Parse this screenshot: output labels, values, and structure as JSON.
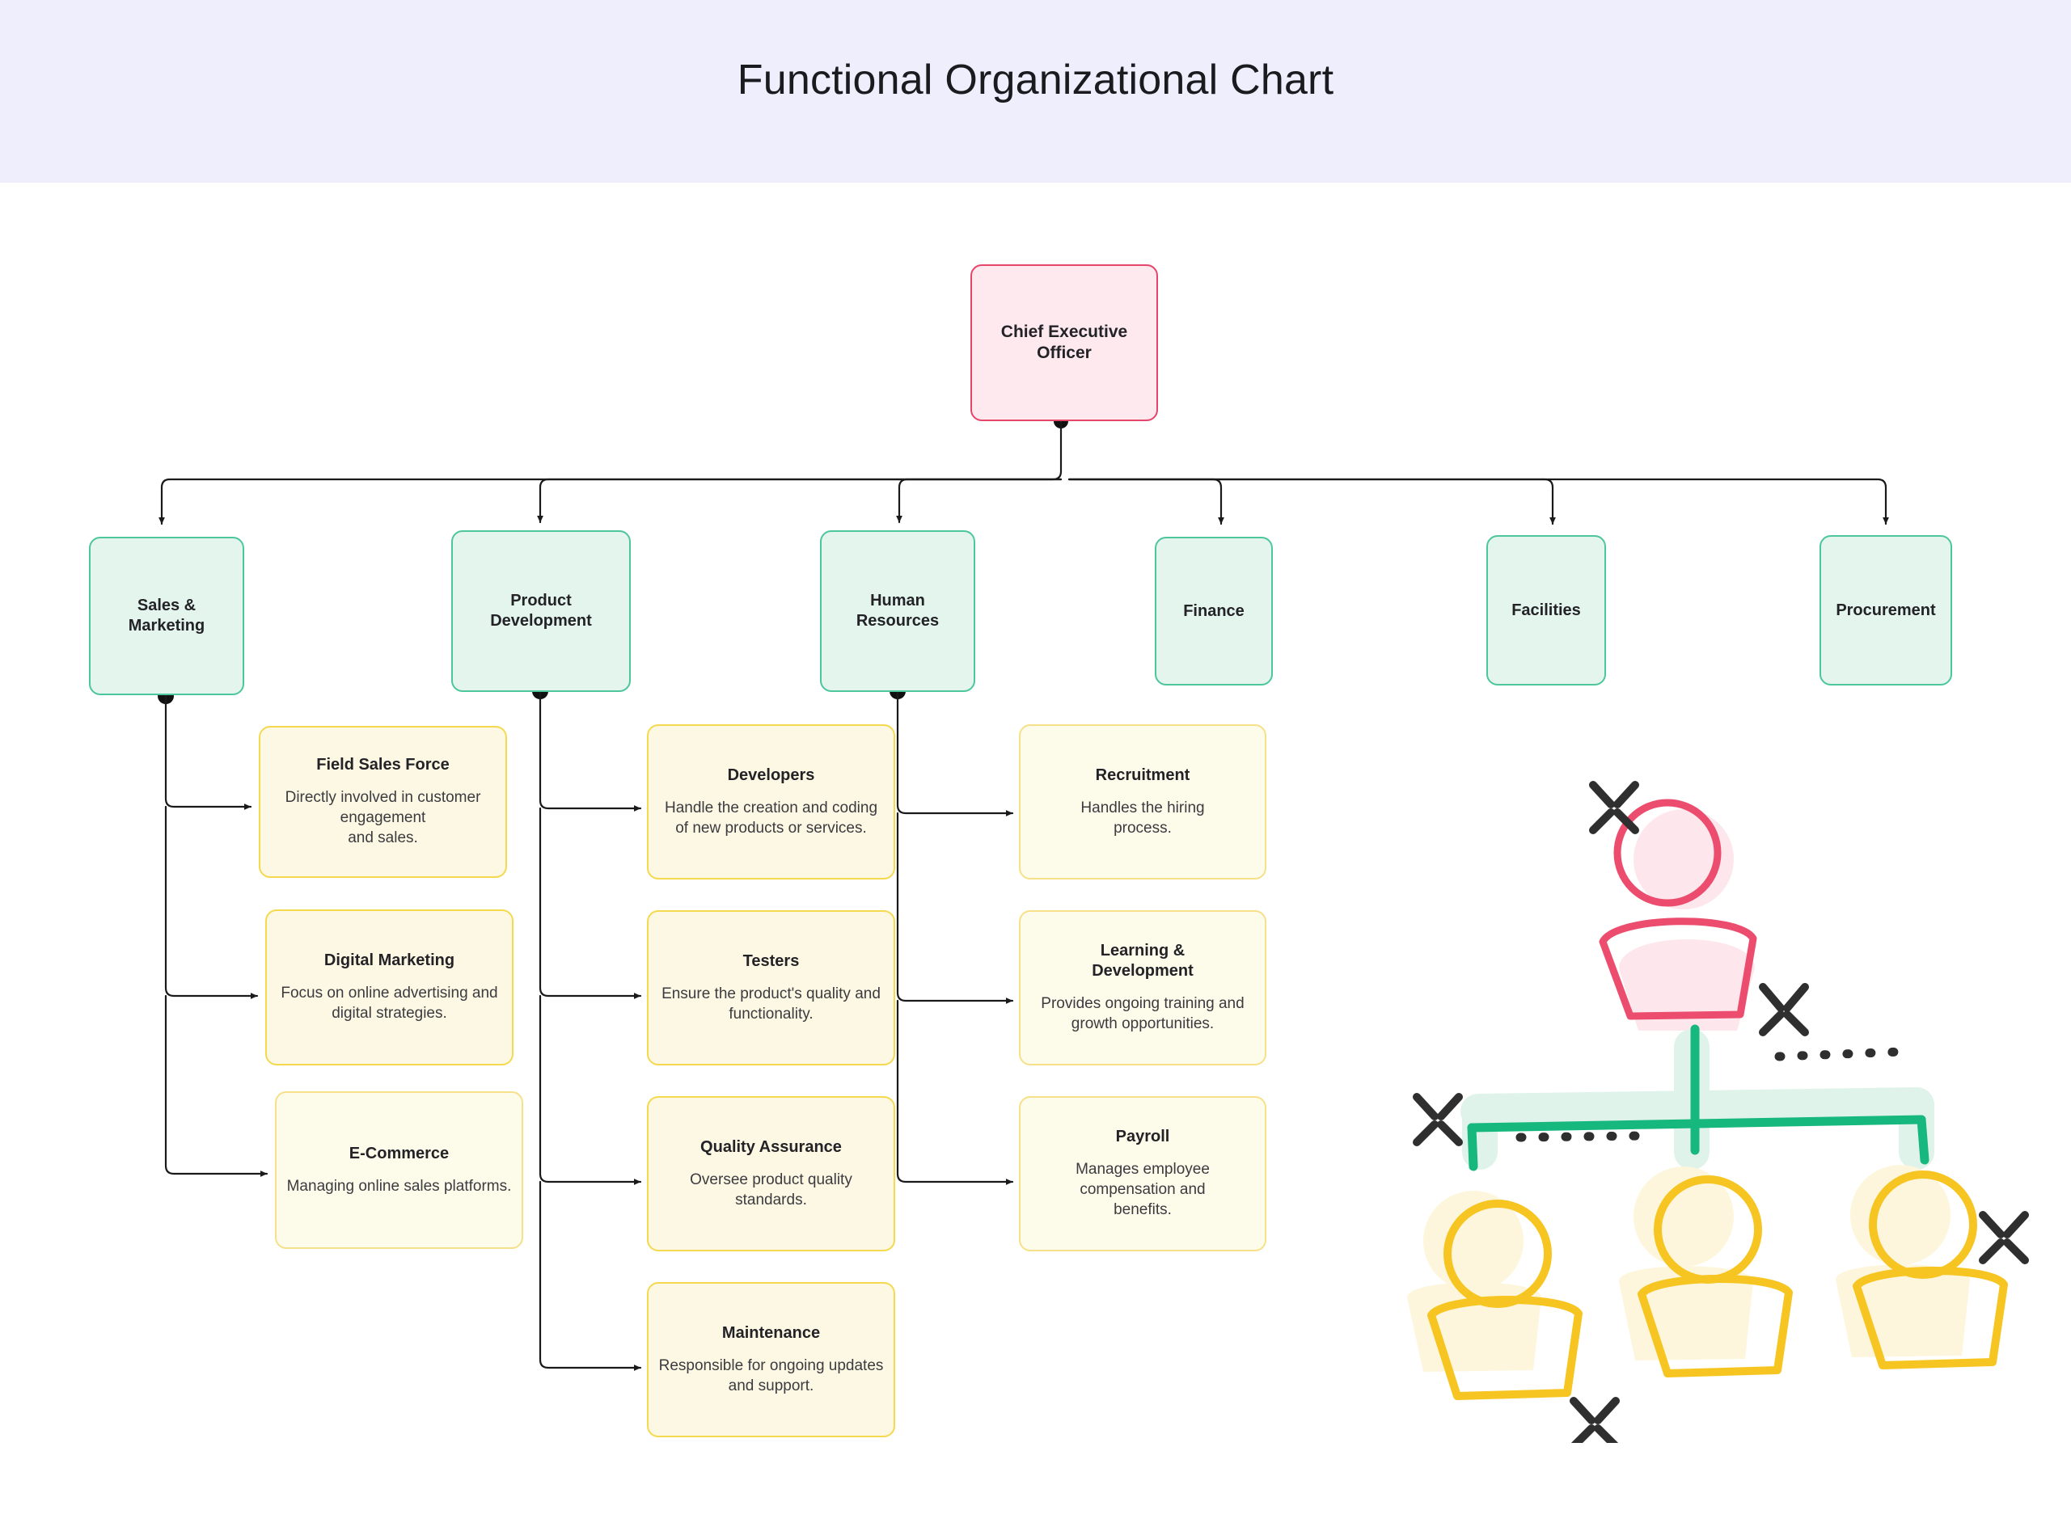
{
  "header": {
    "title": "Functional Organizational Chart",
    "band_color": "#efeefd"
  },
  "palette": {
    "root_fill": "#fde9ee",
    "root_border": "#e8456b",
    "dept_fill": "#e4f5ee",
    "dept_border": "#4cc69c",
    "leaf_fill": "#fdf8e3",
    "leaf_border": "#f5d94f",
    "connector": "#1a1a1a",
    "canvas": "#ffffff"
  },
  "chart_data": {
    "type": "diagram",
    "title": "Functional Organizational Chart",
    "root": {
      "label": "Chief Executive Officer"
    },
    "departments": [
      {
        "label": "Sales & Marketing"
      },
      {
        "label": "Product Development"
      },
      {
        "label": "Human Resources"
      },
      {
        "label": "Finance"
      },
      {
        "label": "Facilities"
      },
      {
        "label": "Procurement"
      }
    ],
    "leaves": {
      "sales_marketing": [
        {
          "title": "Field Sales Force",
          "desc": "Directly involved in customer engagement\nand sales."
        },
        {
          "title": "Digital Marketing",
          "desc": "Focus on online advertising and\ndigital strategies."
        },
        {
          "title": "E-Commerce",
          "desc": "Managing online sales platforms."
        }
      ],
      "product_development": [
        {
          "title": "Developers",
          "desc": "Handle the creation and coding\nof new products or services."
        },
        {
          "title": "Testers",
          "desc": "Ensure the product's quality and\nfunctionality."
        },
        {
          "title": "Quality Assurance",
          "desc": "Oversee product quality\nstandards."
        },
        {
          "title": "Maintenance",
          "desc": "Responsible for ongoing updates\nand support."
        }
      ],
      "human_resources": [
        {
          "title": "Recruitment",
          "desc": "Handles the hiring\nprocess."
        },
        {
          "title": "Learning &\nDevelopment",
          "desc": "Provides ongoing training and\ngrowth opportunities."
        },
        {
          "title": "Payroll",
          "desc": "Manages employee\ncompensation and\nbenefits."
        }
      ]
    }
  },
  "illustration": {
    "name": "org-hierarchy-people-illustration",
    "leader_color": "#ec4d6e",
    "connector_color": "#17b87e",
    "team_color": "#f7c521",
    "sparkle_color": "#2f2f2f"
  }
}
